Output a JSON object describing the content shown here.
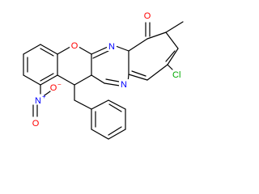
{
  "atom_labels": {
    "ring_oxygen": "O",
    "ketone_oxygen": "O",
    "diazepine_nitrogen_upper": "N",
    "diazepine_nitrogen_lower": "N",
    "nitro_nitrogen": "N",
    "nitro_charge_plus": "+",
    "nitro_oxygen_upper": "O",
    "nitro_oxygen_lower": "O",
    "nitro_charge_minus": "−",
    "chlorine": "Cl"
  },
  "colors": {
    "bond": "#000000",
    "oxygen": "#ff0000",
    "nitrogen": "#0000ff",
    "chlorine": "#00aa00",
    "background": "#ffffff"
  }
}
